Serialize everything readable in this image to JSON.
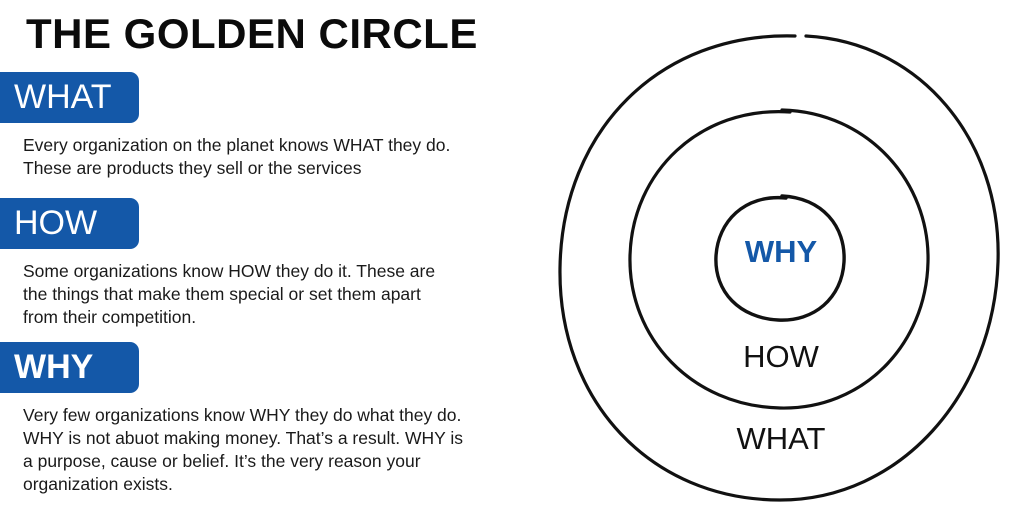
{
  "title": "THE GOLDEN CIRCLE",
  "accent_color": "#1458a8",
  "sections": [
    {
      "label": "WHAT",
      "description": "Every organization on the planet knows WHAT they do.\nThese are products they sell or the services"
    },
    {
      "label": "HOW",
      "description": "Some organizations know HOW they do it. These are\nthe things that make them special or set them apart\nfrom their competition."
    },
    {
      "label": "WHY",
      "description": "Very few organizations know WHY they do what they do.\nWHY is not abuot making money. That’s a result. WHY is\na purpose, cause or belief. It’s the very reason your\norganization exists."
    }
  ],
  "circle": {
    "inner_label": "WHY",
    "middle_label": "HOW",
    "outer_label": "WHAT"
  }
}
